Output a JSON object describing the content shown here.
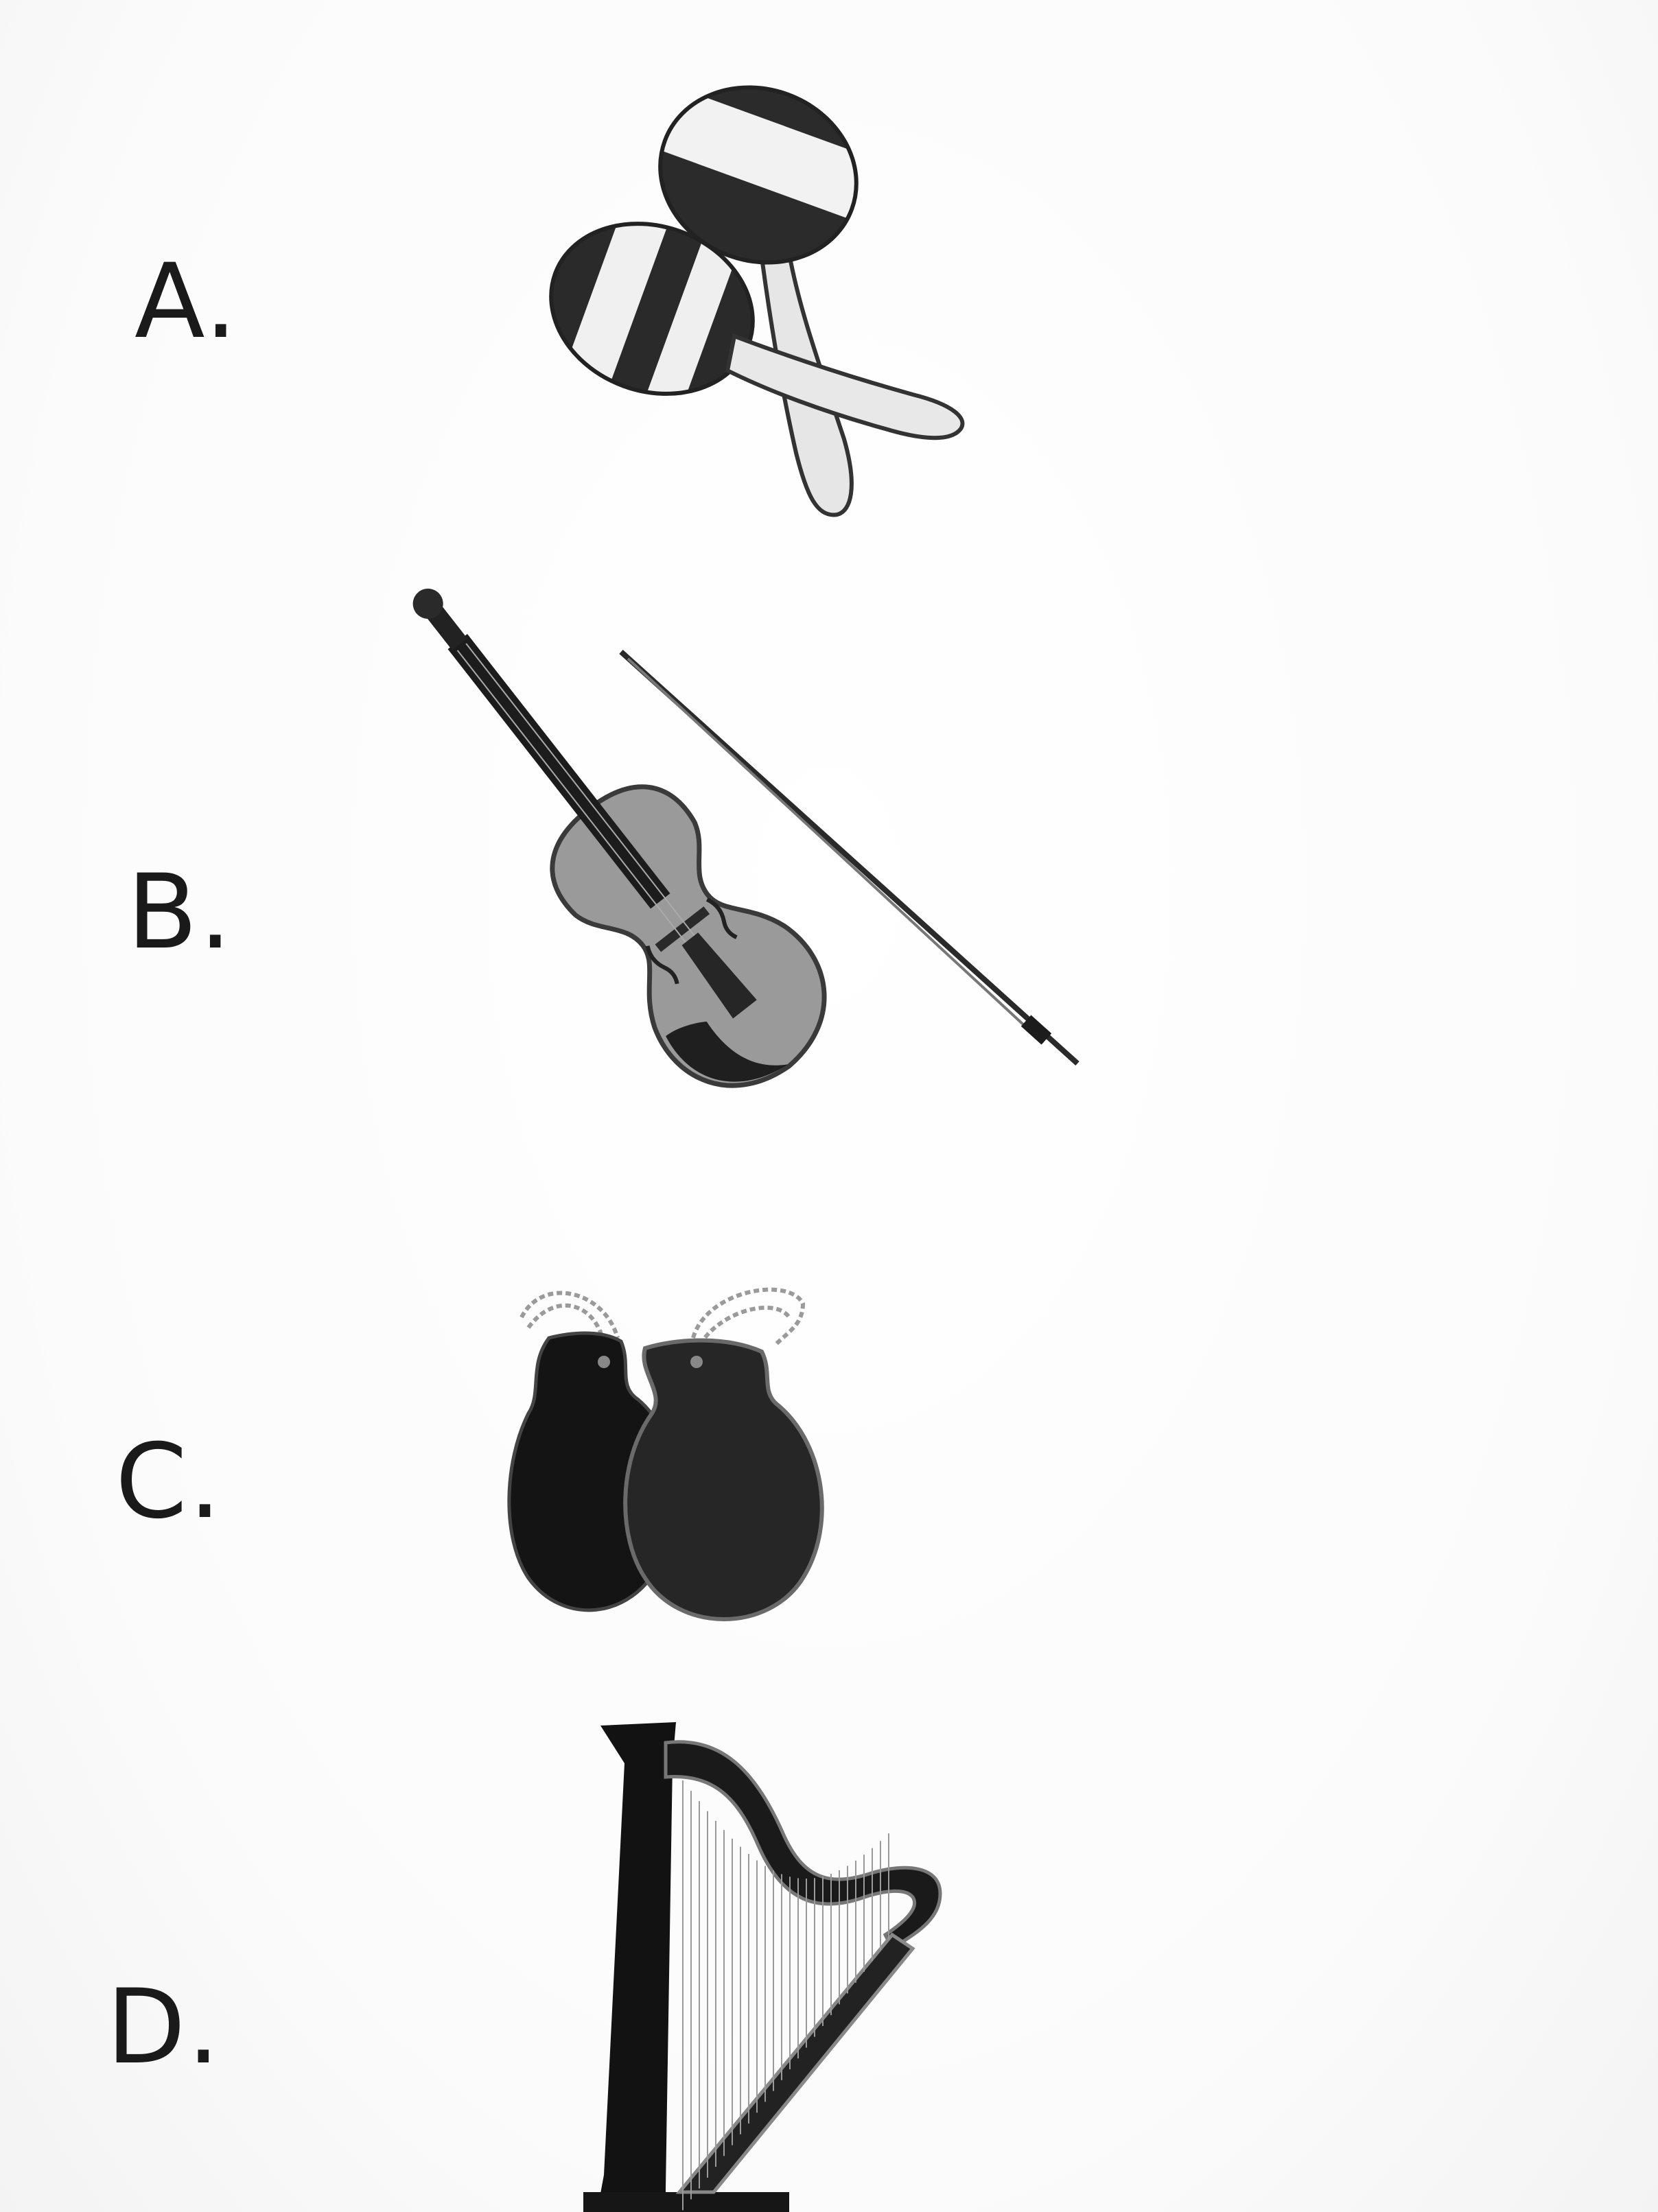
{
  "options": [
    {
      "letter": "A.",
      "image": "maracas-image"
    },
    {
      "letter": "B.",
      "image": "violin-image"
    },
    {
      "letter": "C.",
      "image": "castanets-image"
    },
    {
      "letter": "D.",
      "image": "harp-image"
    }
  ],
  "colors": {
    "ink": "#1a1a1a",
    "paper": "#ffffff",
    "mid_gray": "#8a8a8a",
    "light_gray": "#d8d8d8"
  }
}
